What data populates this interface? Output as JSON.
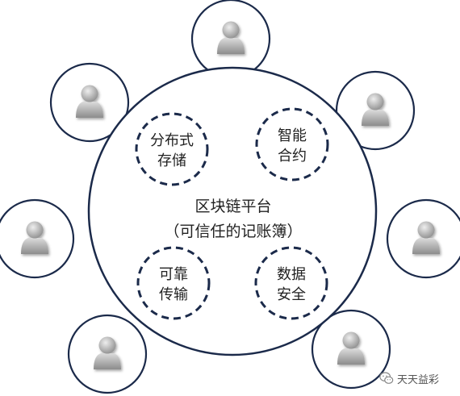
{
  "colors": {
    "outline": "#1b2a4a",
    "user_fill_light": "#e6e6e6",
    "user_fill_dark": "#8a8a8a",
    "background": "#ffffff",
    "text": "#222222"
  },
  "platform": {
    "line1": "区块链平台",
    "line2": "（可信任的记账簿）"
  },
  "features": [
    {
      "line1": "分布式",
      "line2": "存储"
    },
    {
      "line1": "智能",
      "line2": "合约"
    },
    {
      "line1": "可靠",
      "line2": "传输"
    },
    {
      "line1": "数据",
      "line2": "安全"
    }
  ],
  "nodes": [
    {
      "icon": "user-icon"
    },
    {
      "icon": "user-icon"
    },
    {
      "icon": "user-icon"
    },
    {
      "icon": "user-icon"
    },
    {
      "icon": "user-icon"
    },
    {
      "icon": "user-icon"
    },
    {
      "icon": "user-icon"
    },
    {
      "icon": "user-icon"
    }
  ],
  "watermark": {
    "text": "天天益彩",
    "icon": "wechat-icon"
  }
}
